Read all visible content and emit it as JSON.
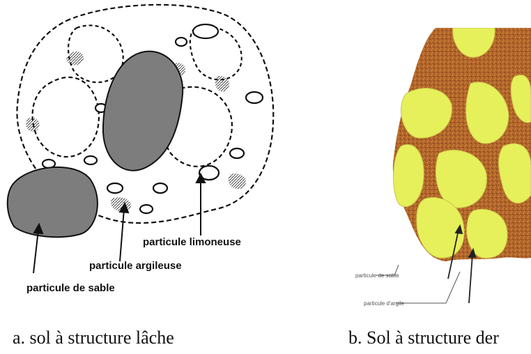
{
  "panel_a": {
    "labels": {
      "limon": "particule limoneuse",
      "argile": "particule argileuse",
      "sable": "particule de sable"
    },
    "caption": "a. sol à structure lâche"
  },
  "panel_b": {
    "labels": {
      "sable": "particule de sable",
      "argile": "particule d'argile"
    },
    "caption": "b. Sol à structure der"
  },
  "colors": {
    "sand_gray": "#7d7d7d",
    "sand_yellow": "#e6f05a",
    "clay_brown": "#b0642a"
  }
}
